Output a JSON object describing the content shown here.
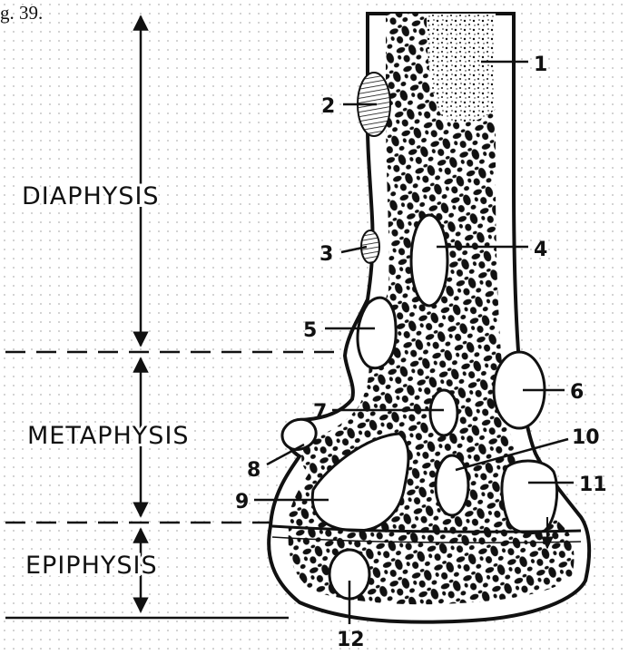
{
  "figure": {
    "caption": "g. 39."
  },
  "regions": {
    "diaphysis": "DIAPHYSIS",
    "metaphysis": "METAPHYSIS",
    "epiphysis": "EPIPHYSIS"
  },
  "callouts": [
    "1",
    "2",
    "3",
    "4",
    "5",
    "6",
    "7",
    "8",
    "9",
    "10",
    "11",
    "12"
  ]
}
